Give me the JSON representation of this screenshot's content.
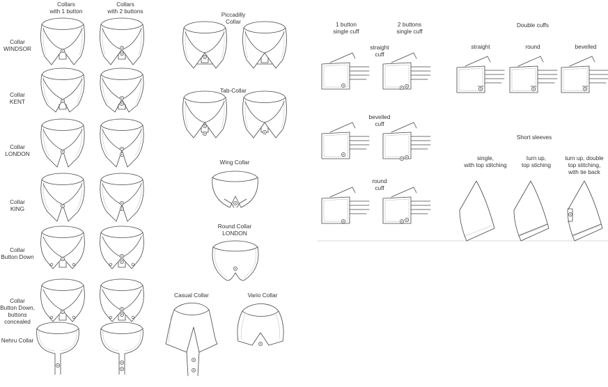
{
  "collars": {
    "col1_header": [
      "Collars",
      "with 1 button"
    ],
    "col2_header": [
      "Collars",
      "with 2 buttons"
    ],
    "rows": [
      {
        "label": [
          "Collar",
          "WINDSOR"
        ]
      },
      {
        "label": [
          "Collar",
          "KENT"
        ]
      },
      {
        "label": [
          "Collar",
          "LONDON"
        ]
      },
      {
        "label": [
          "Collar",
          "KING"
        ]
      },
      {
        "label": [
          "Collar",
          "Button Down"
        ]
      },
      {
        "label": [
          "Collar",
          "Button Down,",
          "buttons",
          "concealed"
        ]
      },
      {
        "label": [
          "Nehru Collar"
        ]
      }
    ]
  },
  "special_collars": [
    {
      "label": [
        "Piccadilly",
        "Collar"
      ]
    },
    {
      "label": [
        "Tab-Collar"
      ]
    },
    {
      "label": [
        "Wing Collar"
      ]
    },
    {
      "label": [
        "Round Collar",
        "LONDON"
      ]
    },
    {
      "label": [
        "Casual Collar"
      ]
    },
    {
      "label": [
        "Vario Collar"
      ]
    }
  ],
  "cuffs": {
    "col1_header": [
      "1 button",
      "single cuff"
    ],
    "col2_header": [
      "2 buttons",
      "single cuff"
    ],
    "types": [
      {
        "label": [
          "straight",
          "cuff"
        ]
      },
      {
        "label": [
          "bevelled",
          "cuff"
        ]
      },
      {
        "label": [
          "round",
          "cuff"
        ]
      }
    ]
  },
  "double_cuffs": {
    "title": "Double cuffs",
    "types": [
      "straight",
      "round",
      "bevelled"
    ]
  },
  "short_sleeves": {
    "title": "Short sleeves",
    "types": [
      [
        "single,",
        "with top stitching"
      ],
      [
        "turn up,",
        "top stiching"
      ],
      [
        "turn up, double",
        "top stitching,",
        "with tie back"
      ]
    ]
  }
}
